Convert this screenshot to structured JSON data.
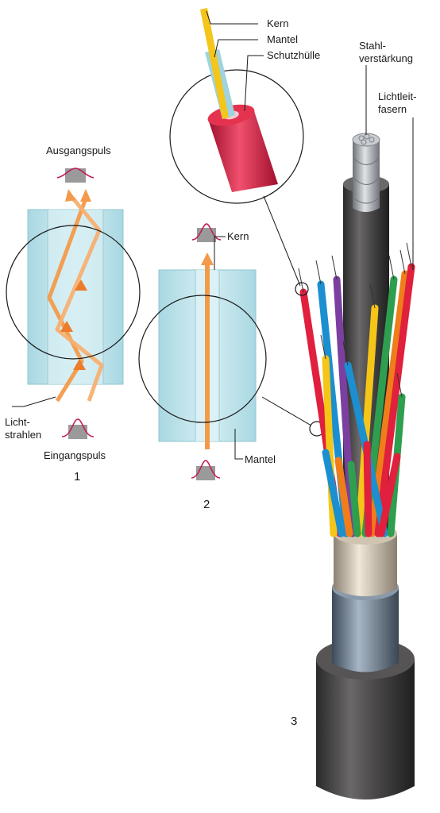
{
  "labels": {
    "kern_top": "Kern",
    "mantel_top": "Mantel",
    "schutzhuelle": "Schutzhülle",
    "stahl_1": "Stahl-",
    "stahl_2": "verstärkung",
    "licht_1": "Lichtleit-",
    "licht_2": "fasern",
    "ausgangspuls": "Ausgangspuls",
    "lichtstrahlen_1": "Licht-",
    "lichtstrahlen_2": "strahlen",
    "eingangspuls": "Eingangspuls",
    "kern_mid": "Kern",
    "mantel_mid": "Mantel"
  },
  "figure_numbers": {
    "one": "1",
    "two": "2",
    "three": "3"
  },
  "colors": {
    "glass": "#bfe3ea",
    "glass_core": "#d9f0f3",
    "ray": "#f39a4a",
    "pulse": "#c2185b",
    "jacket_red": "#d81b44",
    "cable_dark": "#3b3a3a",
    "steel": "#a8adb2"
  },
  "fiber_colors": [
    "#e0203c",
    "#1b8fd0",
    "#7b3fa0",
    "#f5c518",
    "#2e9e4f",
    "#ef7d1a",
    "#e0203c",
    "#1b8fd0",
    "#f5c518",
    "#2e9e4f"
  ]
}
